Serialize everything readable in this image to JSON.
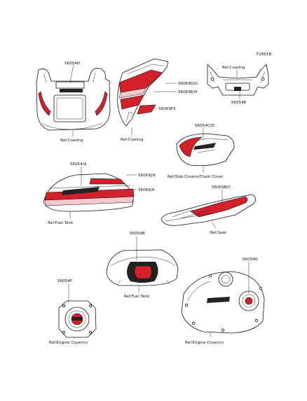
{
  "diagram_code": "F2861B",
  "brand_colors": {
    "accent": "#d4202a",
    "accent_light": "#f3c9cc",
    "ink": "#111111"
  },
  "callouts": {
    "p56054H": "56054H",
    "ref_cowling_1": "Ref.Cowling",
    "p56069D_G": "56069D/G",
    "p56069E_H": "56069E/H",
    "p56069F_I": "56069F/I",
    "ref_cowling_2": "Ref.Cowling",
    "ref_cowling_3": "Ref.Cowling",
    "p56054E": "56054E",
    "p56054C_D": "56054C/D",
    "ref_side_covers": "Ref.Side Covers/Chain Cover",
    "p56054_A": "56054/A",
    "p56069J_K": "56069J/K",
    "p56069_A": "56069/A",
    "ref_fuel_tank_1": "Ref.Fuel Tank",
    "p56069B_C": "56069B/C",
    "ref_seat": "Ref.Seat",
    "p56054B": "56054B",
    "ref_fuel_tank_2": "Ref.Fuel Tank",
    "p56054F": "56054F",
    "ref_engine_cover_1": "Ref.Engine Cover(s)",
    "p56054G": "56054G",
    "ref_engine_cover_2": "Ref.Engine Cover(s)"
  }
}
